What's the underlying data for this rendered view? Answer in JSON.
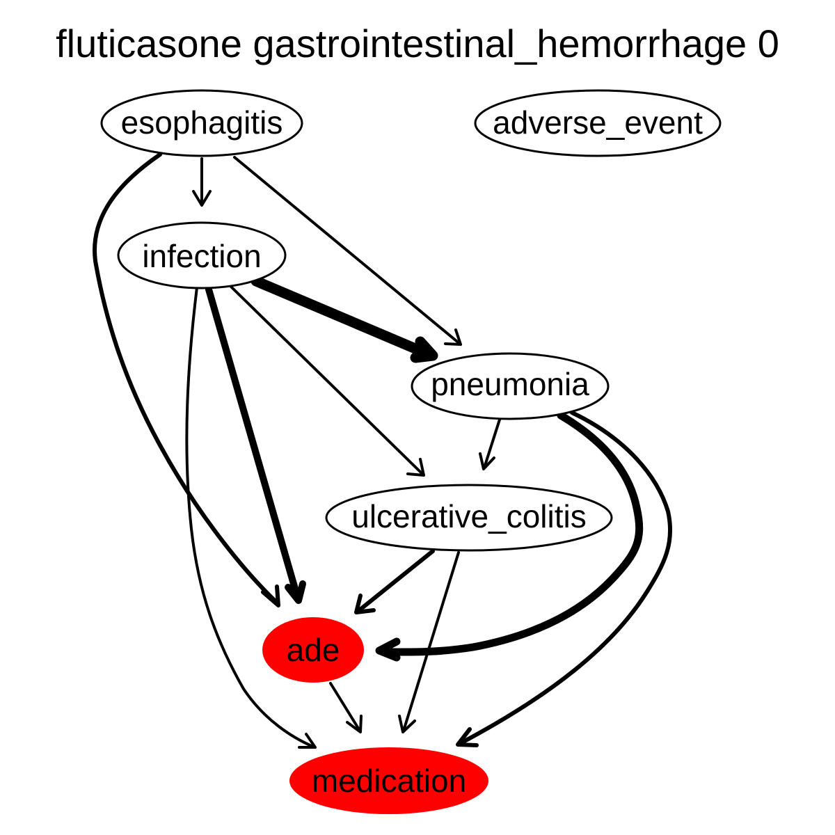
{
  "title": "fluticasone gastrointestinal_hemorrhage 0",
  "colors": {
    "highlight": "#ff0000",
    "default_fill": "#ffffff",
    "stroke": "#000000"
  },
  "nodes": {
    "esophagitis": {
      "label": "esophagitis",
      "highlighted": false
    },
    "adverse_event": {
      "label": "adverse_event",
      "highlighted": false
    },
    "infection": {
      "label": "infection",
      "highlighted": false
    },
    "pneumonia": {
      "label": "pneumonia",
      "highlighted": false
    },
    "ulcerative_colitis": {
      "label": "ulcerative_colitis",
      "highlighted": false
    },
    "ade": {
      "label": "ade",
      "highlighted": true
    },
    "medication": {
      "label": "medication",
      "highlighted": true
    }
  },
  "edges": [
    {
      "from": "esophagitis",
      "to": "infection",
      "weight": "thin"
    },
    {
      "from": "esophagitis",
      "to": "pneumonia",
      "weight": "thin"
    },
    {
      "from": "esophagitis",
      "to": "ade",
      "weight": "medium"
    },
    {
      "from": "infection",
      "to": "pneumonia",
      "weight": "heavy"
    },
    {
      "from": "infection",
      "to": "ade",
      "weight": "bold"
    },
    {
      "from": "infection",
      "to": "ulcerative_colitis",
      "weight": "thin"
    },
    {
      "from": "infection",
      "to": "medication",
      "weight": "thin"
    },
    {
      "from": "pneumonia",
      "to": "ulcerative_colitis",
      "weight": "thin"
    },
    {
      "from": "pneumonia",
      "to": "ade",
      "weight": "bold"
    },
    {
      "from": "pneumonia",
      "to": "medication",
      "weight": "medium"
    },
    {
      "from": "ulcerative_colitis",
      "to": "ade",
      "weight": "medium"
    },
    {
      "from": "ulcerative_colitis",
      "to": "medication",
      "weight": "thin"
    },
    {
      "from": "ade",
      "to": "medication",
      "weight": "thin"
    }
  ]
}
